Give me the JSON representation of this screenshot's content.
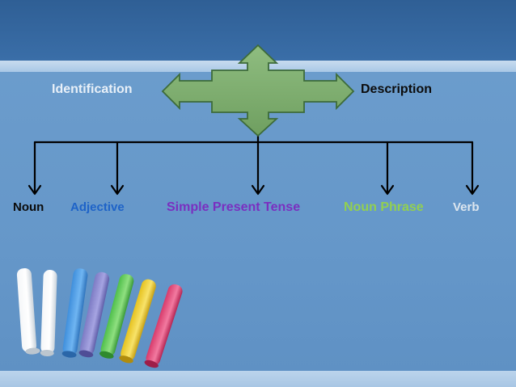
{
  "diagram": {
    "left_label": "Identification",
    "right_label": "Description",
    "categories": [
      "Noun",
      "Adjective",
      "Simple Present Tense",
      "Noun Phrase",
      "Verb"
    ]
  },
  "colors": {
    "header": "#2f5f95",
    "background": "#6a9bcb",
    "arrow_fill": "#7dac6e",
    "arrow_stroke": "#3d6b3a",
    "noun": "#0c0c0c",
    "adjective": "#1e63c8",
    "simple_present_tense": "#7a2fc0",
    "noun_phrase": "#92d050",
    "verb": "#dde6ef"
  }
}
